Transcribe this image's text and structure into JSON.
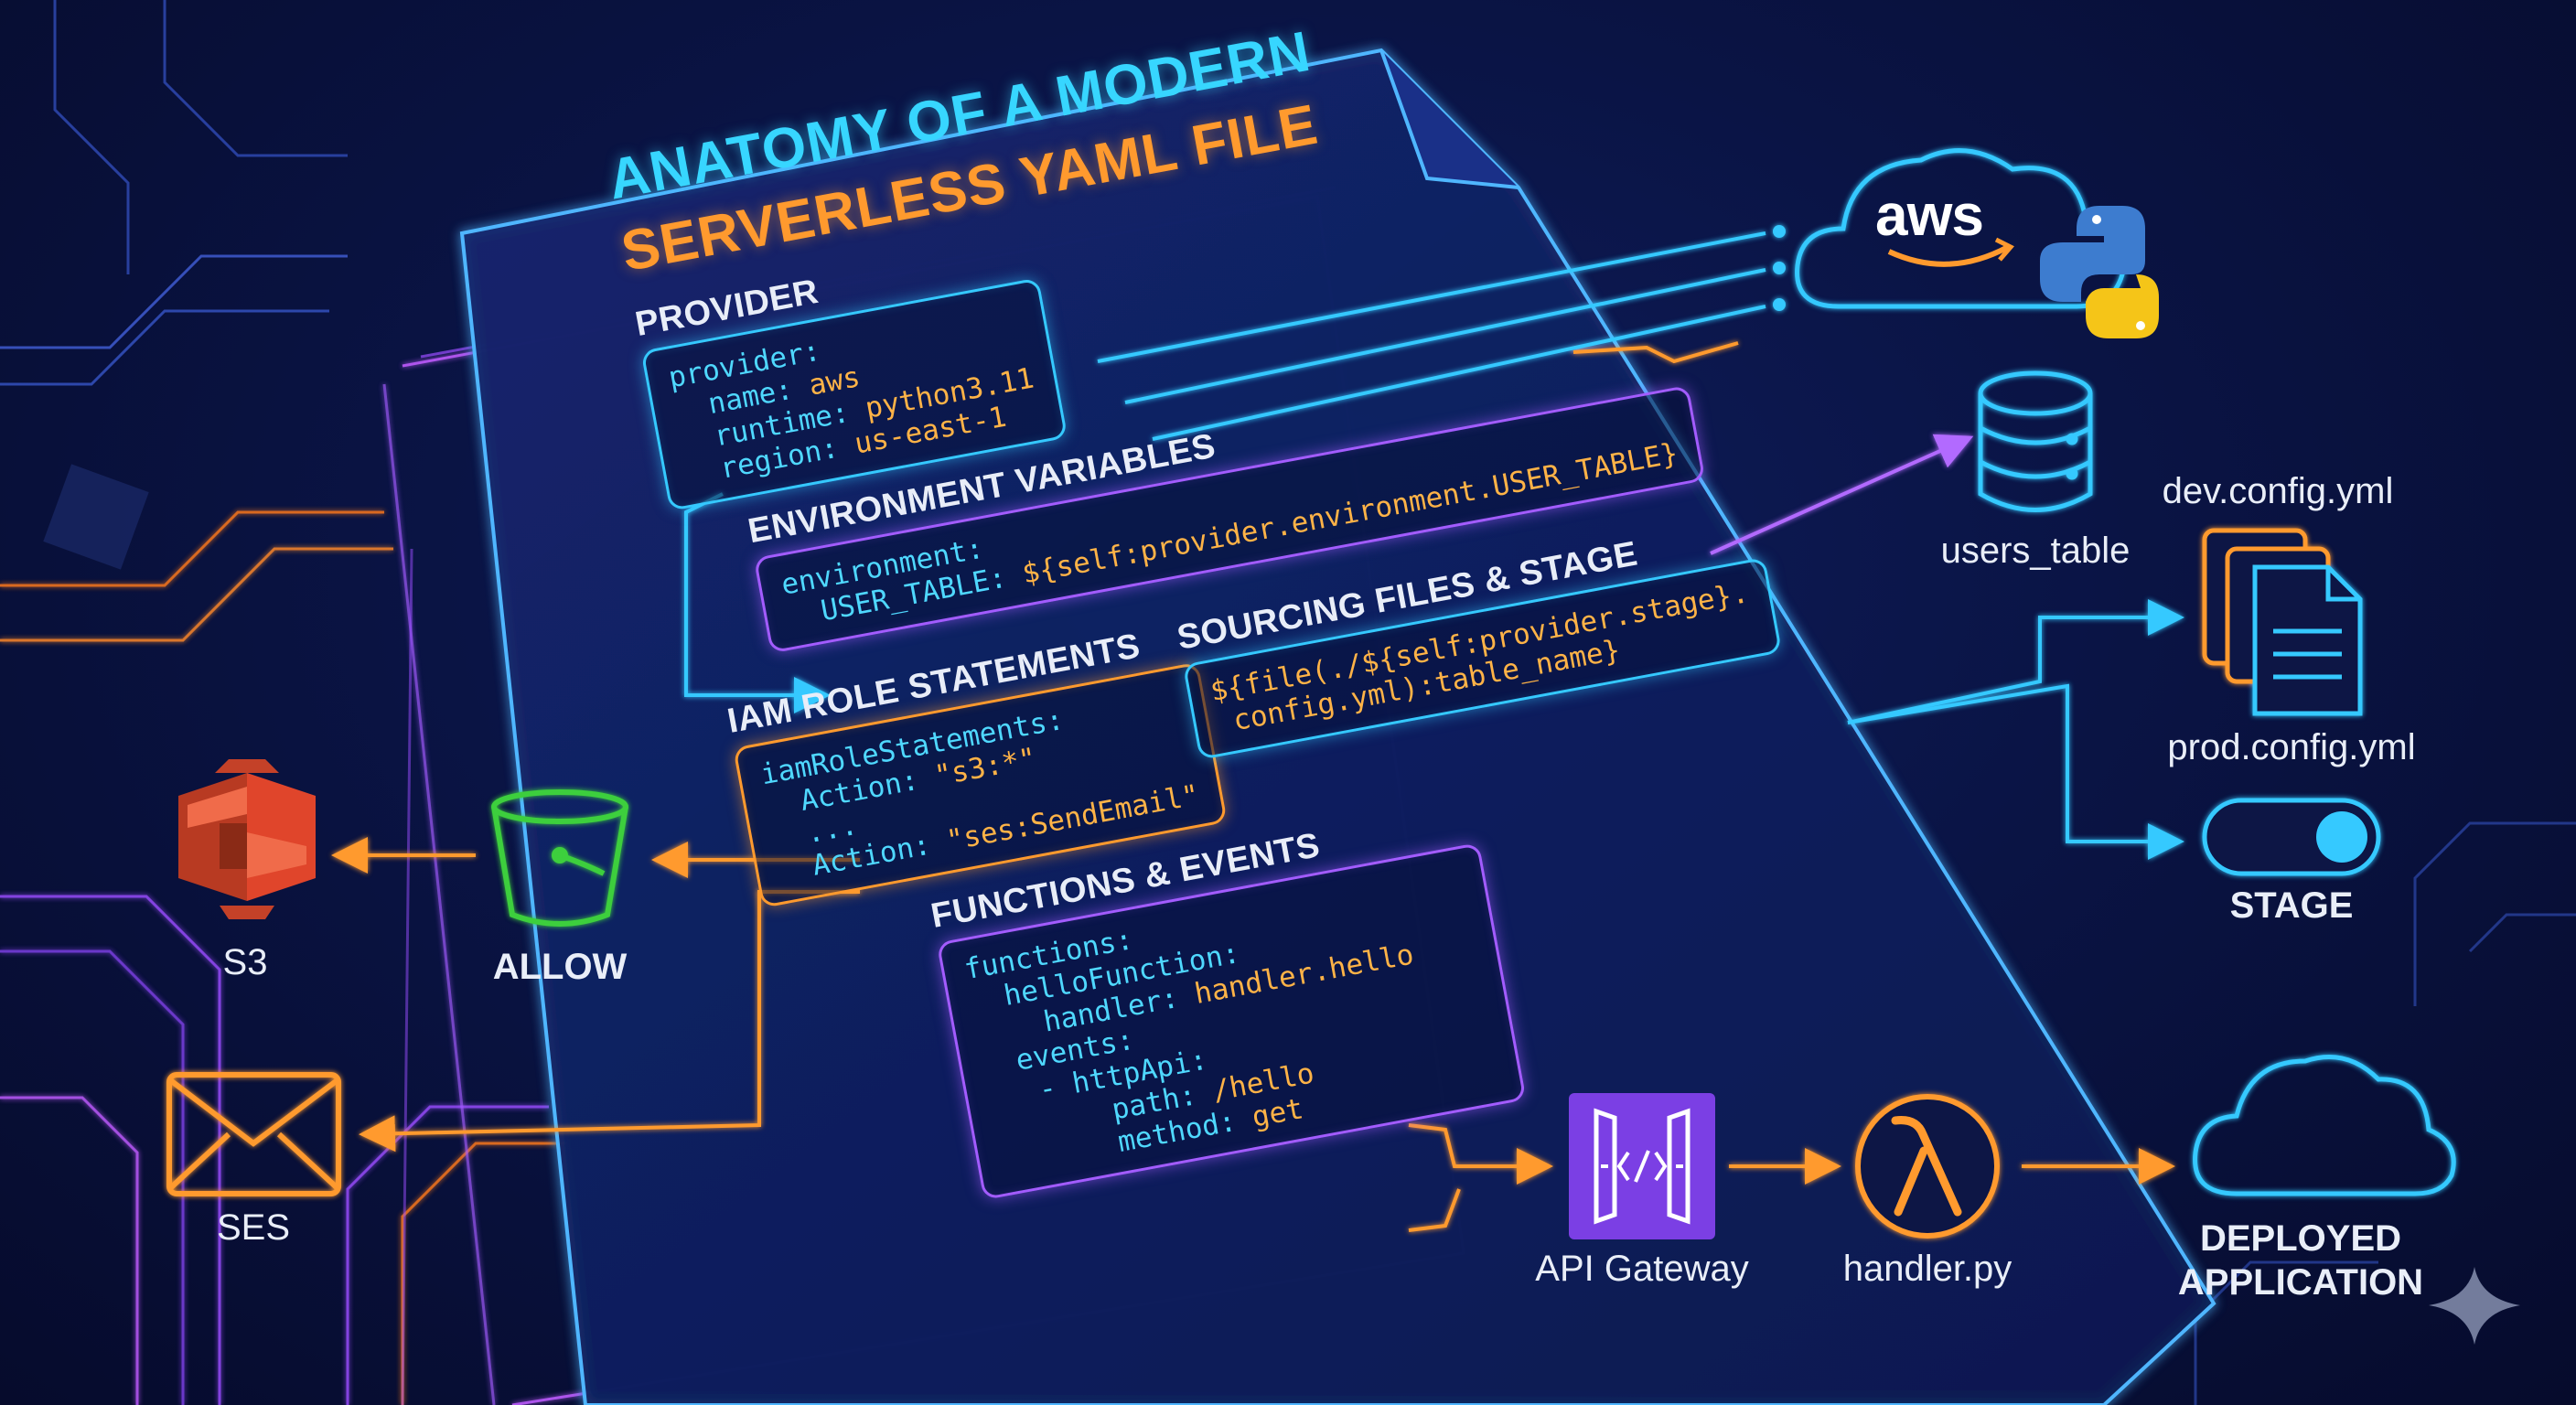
{
  "title": {
    "line1": "ANATOMY OF A MODERN",
    "line2": "SERVERLESS YAML FILE"
  },
  "sections": {
    "provider": {
      "heading": "PROVIDER",
      "lines": [
        {
          "key": "provider:",
          "value": ""
        },
        {
          "key": "  name:",
          "value": " aws"
        },
        {
          "key": "  runtime:",
          "value": " python3.11"
        },
        {
          "key": "  region:",
          "value": " us-east-1"
        }
      ]
    },
    "environment": {
      "heading": "ENVIRONMENT VARIABLES",
      "lines": [
        {
          "key": "environment:",
          "value": ""
        },
        {
          "key": "  USER_TABLE:",
          "value": " ${self:provider.environment.USER_TABLE}"
        }
      ]
    },
    "iam": {
      "heading": "IAM ROLE STATEMENTS",
      "lines": [
        {
          "key": "iamRoleStatements:",
          "value": ""
        },
        {
          "key": "  Action:",
          "value": " \"s3:*\""
        },
        {
          "key": "  ...",
          "value": ""
        },
        {
          "key": "  Action:",
          "value": " \"ses:SendEmail\""
        }
      ]
    },
    "sourcing": {
      "heading": "SOURCING FILES & STAGE",
      "lines": [
        {
          "key": "",
          "value": "${file(./${self:provider.stage}."
        },
        {
          "key": "",
          "value": " config.yml):table_name}"
        }
      ]
    },
    "functions": {
      "heading": "FUNCTIONS & EVENTS",
      "lines": [
        {
          "key": "functions:",
          "value": ""
        },
        {
          "key": "  helloFunction:",
          "value": ""
        },
        {
          "key": "    handler:",
          "value": " handler.hello"
        },
        {
          "key": "  events:",
          "value": ""
        },
        {
          "key": "   - httpApi:",
          "value": ""
        },
        {
          "key": "       path:",
          "value": " /hello"
        },
        {
          "key": "       method:",
          "value": " get"
        }
      ]
    }
  },
  "nodes": {
    "aws_logo": "aws",
    "python_logo": "python-logo-icon",
    "users_table": "users_table",
    "dev_config": "dev.config.yml",
    "prod_config": "prod.config.yml",
    "stage": "STAGE",
    "s3": "S3",
    "allow": "ALLOW",
    "ses": "SES",
    "api_gateway": "API Gateway",
    "handler": "handler.py",
    "deployed_line1": "DEPLOYED",
    "deployed_line2": "APPLICATION"
  },
  "colors": {
    "background": "#0a1445",
    "cyan": "#35c9ff",
    "purple": "#a35cff",
    "orange": "#ff9a2e",
    "green": "#3ccf3c",
    "s3_red": "#e0452b",
    "api_gateway_purple": "#7b3fe4"
  }
}
